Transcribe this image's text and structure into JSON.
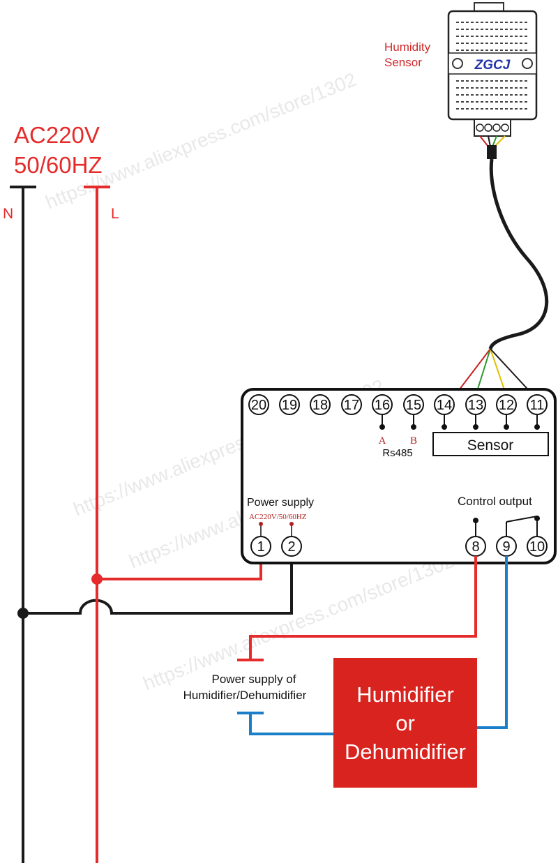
{
  "supply": {
    "line1": "AC220V",
    "line2": "50/60HZ",
    "neutral": "N",
    "live": "L"
  },
  "sensor_label": {
    "line1": "Humidity",
    "line2": "Sensor"
  },
  "sensor_brand": "ZGCJ",
  "watermark": "https://www.aliexpress.com/store/1302",
  "controller": {
    "terminals_top": [
      "20",
      "19",
      "18",
      "17",
      "16",
      "15",
      "14",
      "13",
      "12",
      "11"
    ],
    "terminals_bottom_left": [
      "1",
      "2"
    ],
    "terminals_bottom_right": [
      "8",
      "9",
      "10"
    ],
    "rs485_a": "A",
    "rs485_b": "B",
    "rs485_label": "Rs485",
    "sensor_box": "Sensor",
    "power_supply": "Power supply",
    "power_spec": "AC220V/50/60HZ",
    "control_output": "Control output"
  },
  "load_power_label": {
    "line1": "Power supply  of",
    "line2": "Humidifier/Dehumidifier"
  },
  "load_box": {
    "line1": "Humidifier",
    "line2": "or",
    "line3": "Dehumidifier"
  },
  "colors": {
    "live": "#e52b2b",
    "neutral": "#1a1a1a",
    "output": "#1a7ec8",
    "load_box": "#d9231f",
    "sensor_text": "#d02828"
  }
}
